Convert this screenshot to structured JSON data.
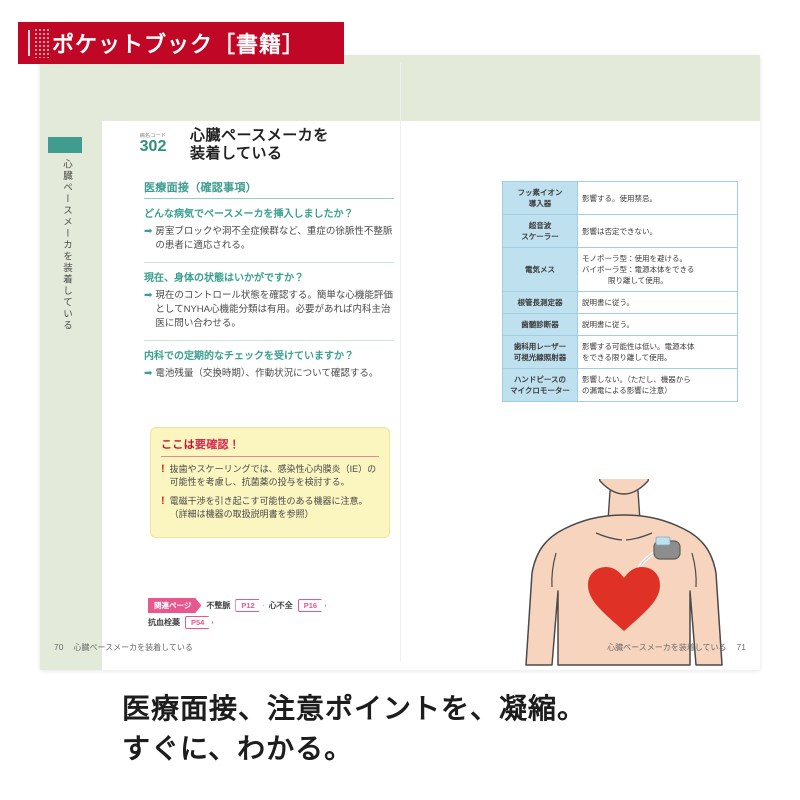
{
  "banner": {
    "title": "ポケットブック［書籍］",
    "bg_color": "#c00726"
  },
  "book": {
    "code_label": "病名コード",
    "code_number": "302",
    "title_line1": "心臓ペースメーカを",
    "title_line2": "装着している",
    "rail_text": "心臓ペースメーカを装着している",
    "accent_green": "#3f9c8f",
    "page_bg": "#e3ead9"
  },
  "interview": {
    "section_title": "医療面接（確認事項）",
    "items": [
      {
        "question": "どんな病気でペースメーカを挿入しましたか？",
        "arrow": "➡",
        "answer": "房室ブロックや洞不全症候群など、重症の徐脈性不整脈の患者に適応される。"
      },
      {
        "question": "現在、身体の状態はいかがですか？",
        "arrow": "➡",
        "answer": "現在のコントロール状態を確認する。簡単な心機能評価としてNYHA心機能分類は有用。必要があれば内科主治医に問い合わせる。"
      },
      {
        "question": "内科での定期的なチェックを受けていますか？",
        "arrow": "➡",
        "answer": "電池残量（交換時期）、作動状況について確認する。"
      }
    ]
  },
  "alert": {
    "heading_prefix": "ここは",
    "heading_highlight": "要確認！",
    "bullet_mark": "!",
    "items": [
      "抜歯やスケーリングでは、感染性心内膜炎（IE）の可能性を考慮し、抗菌薬の投与を検討する。",
      "電磁干渉を引き起こす可能性のある機器に注意。\n（詳細は機器の取扱説明書を参照）"
    ],
    "bg_color": "#fbf5c0",
    "accent_color": "#d8252b"
  },
  "references": {
    "head_label": "関連ページ",
    "entries": [
      {
        "name": "不整脈",
        "page": "P12"
      },
      {
        "name": "心不全",
        "page": "P16"
      },
      {
        "name": "抗血栓薬",
        "page": "P54"
      }
    ],
    "accent_color": "#e8588f"
  },
  "device_table": {
    "header_bg": "#bfe0ef",
    "border_color": "#9ecfe3",
    "rows": [
      {
        "device": "フッ素イオン\n導入器",
        "note": "影響する。使用禁忌。",
        "note2": ""
      },
      {
        "device": "超音波\nスケーラー",
        "note": "影響は否定できない。",
        "note2": ""
      },
      {
        "device": "電気メス",
        "note": "モノポーラ型：使用を避ける。",
        "note2": "バイポーラ型：電源本体をできる",
        "note3": "限り離して使用。"
      },
      {
        "device": "根管長測定器",
        "note": "説明書に従う。",
        "note2": ""
      },
      {
        "device": "歯髄診断器",
        "note": "説明書に従う。",
        "note2": ""
      },
      {
        "device": "歯科用レーザー\n可視光線照射器",
        "note": "影響する可能性は低い。電源本体",
        "note2": "をできる限り離して使用。"
      },
      {
        "device": "ハンドピースの\nマイクロモーター",
        "note": "影響しない。（ただし、機器から",
        "note2": "の漏電による影響に注意）"
      }
    ]
  },
  "illustration": {
    "name": "torso-with-pacemaker",
    "skin_color": "#f6d4bd",
    "heart_color": "#e03127",
    "device_color": "#8d8d8d"
  },
  "footer": {
    "left_page": "70",
    "left_title": "心臓ペースメーカを装着している",
    "right_title": "心臓ペースメーカを装着している",
    "right_page": "71"
  },
  "caption": {
    "line1": "医療面接、注意ポイントを、凝縮。",
    "line2": "すぐに、わかる。"
  }
}
